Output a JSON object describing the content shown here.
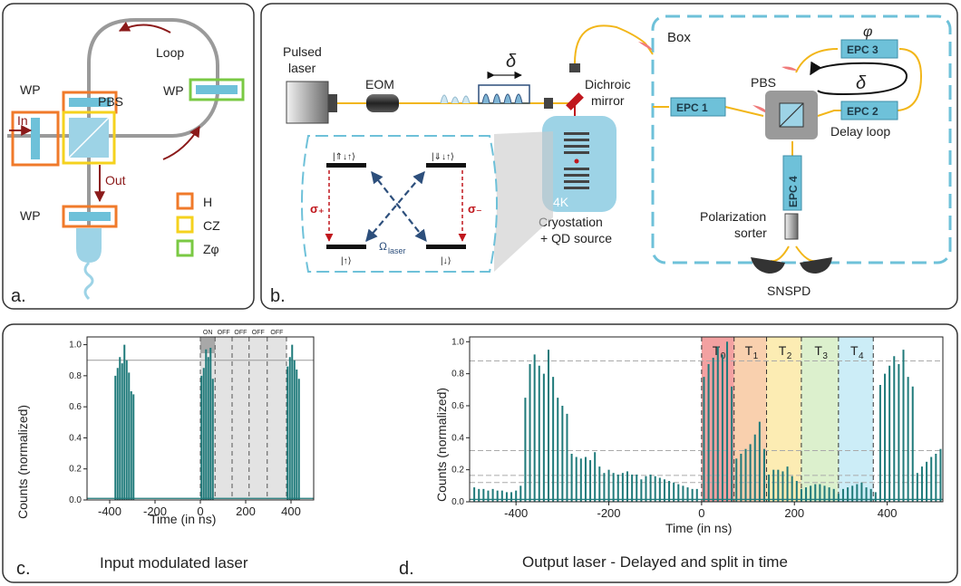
{
  "panel_a": {
    "label": "a.",
    "loop": "Loop",
    "wp_top": "WP",
    "wp_right": "WP",
    "wp_bottom": "WP",
    "pbs": "PBS",
    "in": "In",
    "out": "Out",
    "legend": [
      {
        "label": "H",
        "color": "#f07a2a"
      },
      {
        "label": "CZ",
        "color": "#f5d21e"
      },
      {
        "label": "Zφ",
        "color": "#7ac943"
      }
    ]
  },
  "panel_b": {
    "label": "b.",
    "pulsed_laser": [
      "Pulsed",
      "laser"
    ],
    "eom": "EOM",
    "delta_top": "δ",
    "dichroic": [
      "Dichroic",
      "mirror"
    ],
    "box": "Box",
    "phi": "φ",
    "epc1": "EPC 1",
    "epc2": "EPC 2",
    "epc3": "EPC 3",
    "epc4": "EPC 4",
    "pbs": "PBS",
    "delta_loop": "δ",
    "delay_loop": "Delay loop",
    "cryostation": [
      "Cryostation",
      "+ QD source"
    ],
    "temp": "4K",
    "polarization_sorter": [
      "Polarization",
      "sorter"
    ],
    "snspd": "SNSPD",
    "level_scheme": {
      "top_left": "|⇑↓↑⟩",
      "top_right": "|⇓↓↑⟩",
      "bottom_left": "|↑⟩",
      "bottom_right": "|↓⟩",
      "sigma_plus": "σ₊",
      "sigma_minus": "σ₋",
      "omega": "Ω",
      "omega_sub": "laser"
    },
    "colors": {
      "fiber": "#f2b619",
      "accent": "#6ec1d9",
      "box": "#6ec1d9",
      "arrow": "#2d4f7c",
      "red": "#c0171d"
    }
  },
  "panel_c": {
    "label": "c.",
    "caption": "Input modulated laser",
    "window_labels": [
      "ON",
      "OFF",
      "OFF",
      "OFF",
      "OFF"
    ]
  },
  "panel_d": {
    "label": "d.",
    "caption": "Output laser - Delayed and split in time",
    "bins": [
      {
        "label": "T",
        "sub": "0",
        "color": "#f08a8a"
      },
      {
        "label": "T",
        "sub": "1",
        "color": "#f8c49a"
      },
      {
        "label": "T",
        "sub": "2",
        "color": "#fbe7a0"
      },
      {
        "label": "T",
        "sub": "3",
        "color": "#d3ecc0"
      },
      {
        "label": "T",
        "sub": "4",
        "color": "#bfe9f5"
      }
    ]
  },
  "chart_data": [
    {
      "type": "bar",
      "panel": "c",
      "xlabel": "Time (in ns)",
      "ylabel": "Counts (normalized)",
      "xlim": [
        -500,
        500
      ],
      "ylim": [
        0,
        1.05
      ],
      "xticks": [
        -400,
        -200,
        0,
        200,
        400
      ],
      "yticks": [
        0.0,
        0.2,
        0.4,
        0.6,
        0.8,
        1.0
      ],
      "threshold": 0.9,
      "shaded": [
        [
          0,
          380
        ]
      ],
      "on_window": [
        0,
        65
      ],
      "dividers": [
        0,
        65,
        140,
        215,
        295,
        380
      ],
      "x": [
        -375,
        -365,
        -355,
        -345,
        -335,
        -325,
        -315,
        -305,
        -295,
        5,
        15,
        25,
        35,
        45,
        55,
        385,
        395,
        405,
        415,
        425,
        435
      ],
      "values": [
        0.8,
        0.85,
        0.92,
        0.88,
        1.0,
        0.9,
        0.82,
        0.7,
        0.68,
        0.8,
        0.85,
        0.97,
        0.92,
        0.98,
        0.78,
        0.86,
        0.92,
        1.0,
        0.9,
        0.84,
        0.78
      ],
      "baseline": 0.01
    },
    {
      "type": "bar",
      "panel": "d",
      "xlabel": "Time (in ns)",
      "ylabel": "Counts (normalized)",
      "xlim": [
        -500,
        520
      ],
      "ylim": [
        0,
        1.03
      ],
      "xticks": [
        -400,
        -200,
        0,
        200,
        400
      ],
      "yticks": [
        0.0,
        0.2,
        0.4,
        0.6,
        0.8,
        1.0
      ],
      "reference_lines": [
        0.88,
        0.32,
        0.165,
        0.12
      ],
      "bin_edges": [
        0,
        70,
        140,
        215,
        295,
        370
      ],
      "x": [
        -490,
        -480,
        -470,
        -460,
        -450,
        -440,
        -430,
        -420,
        -410,
        -400,
        -390,
        -380,
        -370,
        -360,
        -350,
        -340,
        -330,
        -320,
        -310,
        -300,
        -290,
        -280,
        -270,
        -260,
        -250,
        -240,
        -230,
        -220,
        -210,
        -200,
        -190,
        -180,
        -170,
        -160,
        -150,
        -140,
        -130,
        -120,
        -110,
        -100,
        -90,
        -80,
        -70,
        -60,
        -50,
        -40,
        -30,
        -20,
        -10,
        5,
        15,
        25,
        35,
        45,
        55,
        65,
        75,
        85,
        95,
        105,
        115,
        125,
        135,
        145,
        155,
        165,
        175,
        185,
        195,
        205,
        215,
        225,
        235,
        245,
        255,
        265,
        275,
        285,
        295,
        305,
        315,
        325,
        335,
        345,
        355,
        365,
        375,
        385,
        395,
        405,
        415,
        425,
        435,
        445,
        455,
        465,
        475,
        485,
        495,
        505,
        515
      ],
      "values": [
        0.09,
        0.08,
        0.08,
        0.07,
        0.08,
        0.07,
        0.07,
        0.06,
        0.06,
        0.07,
        0.1,
        0.65,
        0.86,
        0.92,
        0.85,
        0.8,
        0.95,
        0.78,
        0.65,
        0.6,
        0.55,
        0.3,
        0.28,
        0.27,
        0.28,
        0.26,
        0.31,
        0.22,
        0.18,
        0.2,
        0.18,
        0.17,
        0.18,
        0.19,
        0.17,
        0.17,
        0.14,
        0.16,
        0.17,
        0.16,
        0.15,
        0.14,
        0.13,
        0.12,
        0.11,
        0.1,
        0.09,
        0.08,
        0.08,
        0.78,
        0.86,
        0.9,
        0.97,
        0.92,
        1.0,
        0.72,
        0.27,
        0.3,
        0.33,
        0.36,
        0.42,
        0.5,
        0.33,
        0.17,
        0.2,
        0.2,
        0.19,
        0.22,
        0.16,
        0.13,
        0.08,
        0.09,
        0.1,
        0.11,
        0.11,
        0.1,
        0.09,
        0.08,
        0.05,
        0.08,
        0.09,
        0.1,
        0.11,
        0.12,
        0.09,
        0.08,
        0.06,
        0.73,
        0.8,
        0.85,
        0.91,
        0.86,
        0.95,
        0.78,
        0.72,
        0.18,
        0.22,
        0.25,
        0.28,
        0.3,
        0.33
      ],
      "baseline": 0.015
    }
  ]
}
